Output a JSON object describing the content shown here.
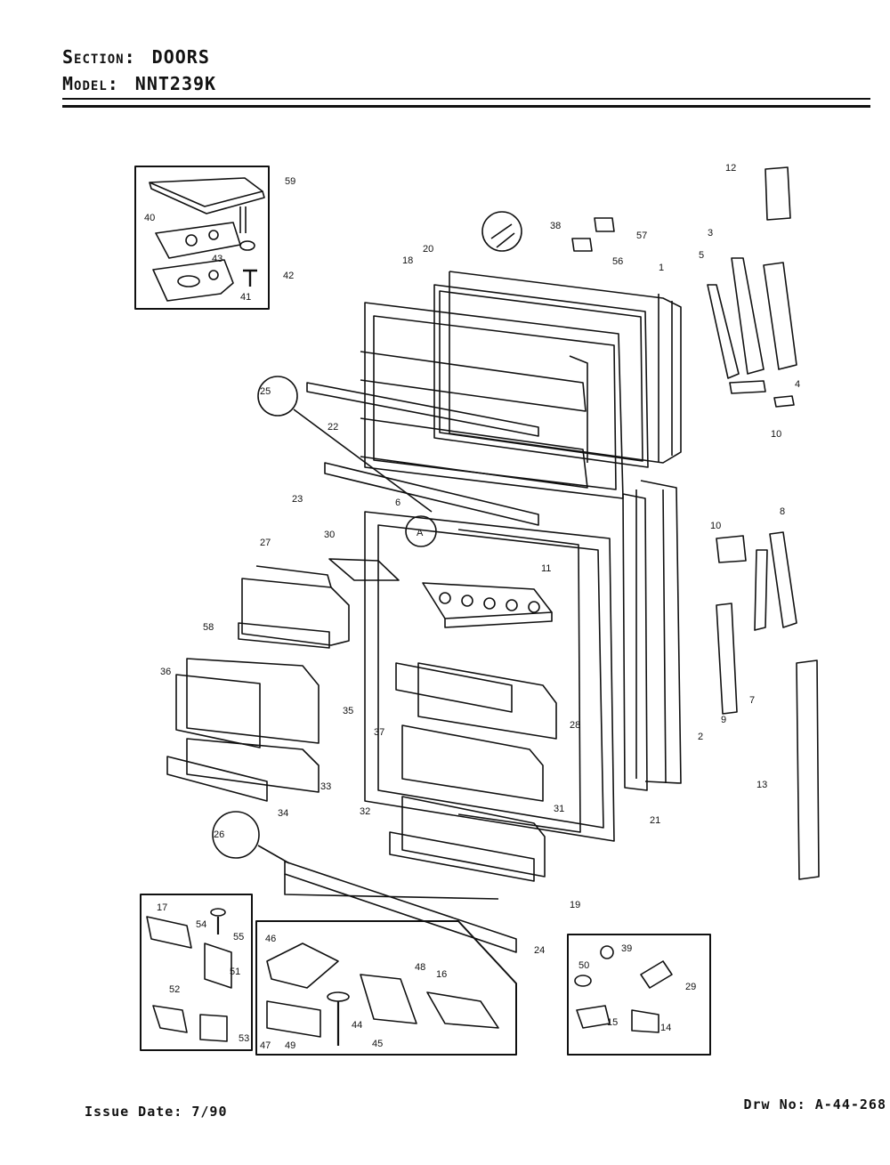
{
  "header": {
    "section_label": "Section:",
    "section_value": "DOORS",
    "model_label": "Model:",
    "model_value": "NNT239K"
  },
  "footer": {
    "issue_label": "Issue Date:",
    "issue_value": "7/90",
    "drawing_label": "Drw No:",
    "drawing_value": "A-44-268"
  },
  "callout_letter": "A",
  "callouts": {
    "c1": "1",
    "c2": "2",
    "c3": "3",
    "c4": "4",
    "c5": "5",
    "c6": "6",
    "c7": "7",
    "c8": "8",
    "c9": "9",
    "c10a": "10",
    "c10b": "10",
    "c11": "11",
    "c12": "12",
    "c13": "13",
    "c14": "14",
    "c15": "15",
    "c16": "16",
    "c17": "17",
    "c18": "18",
    "c19": "19",
    "c20": "20",
    "c21": "21",
    "c22": "22",
    "c23": "23",
    "c24": "24",
    "c25": "25",
    "c26": "26",
    "c27": "27",
    "c28": "28",
    "c29": "29",
    "c30": "30",
    "c31": "31",
    "c32": "32",
    "c33": "33",
    "c34": "34",
    "c35": "35",
    "c36": "36",
    "c37": "37",
    "c38": "38",
    "c39": "39",
    "c40": "40",
    "c41": "41",
    "c42": "42",
    "c43": "43",
    "c44": "44",
    "c45": "45",
    "c46": "46",
    "c47": "47",
    "c48": "48",
    "c49": "49",
    "c50": "50",
    "c51": "51",
    "c52": "52",
    "c53": "53",
    "c54": "54",
    "c55": "55",
    "c56": "56",
    "c57": "57",
    "c58": "58",
    "c59": "59"
  }
}
